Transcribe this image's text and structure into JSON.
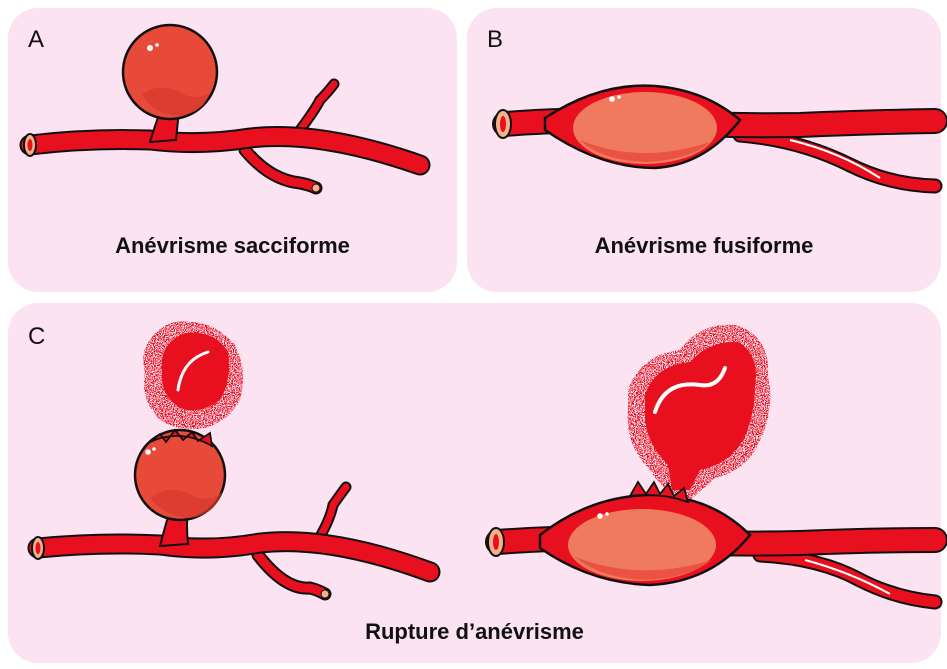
{
  "panels": {
    "a": {
      "letter": "A",
      "caption": "Anévrisme sacciforme"
    },
    "b": {
      "letter": "B",
      "caption": "Anévrisme fusiforme"
    },
    "c": {
      "letter": "C",
      "caption": "Rupture d’anévrisme"
    }
  },
  "colors": {
    "panel_bg": "#fbe3f1",
    "vessel": "#e8101e",
    "vessel_outline": "#111111",
    "aneurysm": "#e84a3a",
    "aneurysm_inner": "#f07a5e",
    "lumen": "#f3b08a",
    "blood_spray": "#e8101e"
  }
}
